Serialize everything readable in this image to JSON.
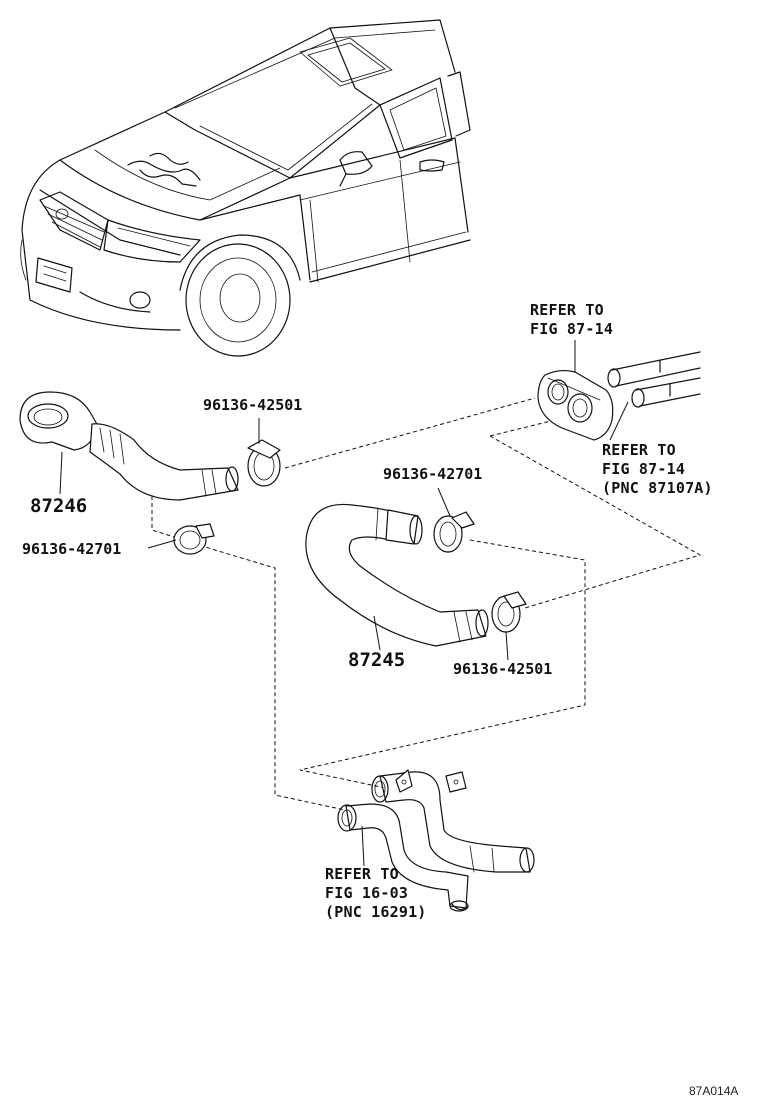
{
  "labels": {
    "refer_fig_87_14_top": "REFER TO\nFIG 87-14",
    "refer_fig_87_14_pnc": "REFER TO\nFIG 87-14\n(PNC 87107A)",
    "refer_fig_16_03_pnc": "REFER TO\nFIG 16-03\n(PNC 16291)"
  },
  "parts": {
    "clamp_top": "96136-42501",
    "clamp_mid_right": "96136-42701",
    "hose_left": "87246",
    "clamp_left": "96136-42701",
    "hose_right": "87245",
    "clamp_lower_right": "96136-42501"
  },
  "illustration_code": "87A014A"
}
